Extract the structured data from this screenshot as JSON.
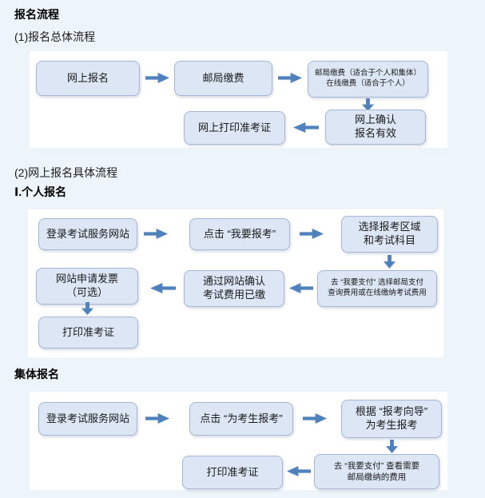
{
  "headings": {
    "title": "报名流程",
    "overall": "(1)报名总体流程",
    "detail": "(2)网上报名具体流程",
    "individual": "Ⅰ.个人报名",
    "group": "集体报名"
  },
  "colors": {
    "page_bg": "#edf5fa",
    "panel_bg": "#ffffff",
    "node_fill": "#dce6f4",
    "node_border": "#a6b6d6",
    "arrow_blue": "#4f81bd",
    "text": "#1a1a1a"
  },
  "flow_overall": {
    "online_register": "网上报名",
    "post_pay": "邮局缴费",
    "pay_methods_line1": "邮局缴费（适合于个人和集体）",
    "pay_methods_line2": "在线缴费（适合于个人）",
    "confirm_line1": "网上确认",
    "confirm_line2": "报名有效",
    "print_ticket": "网上打印准考证"
  },
  "flow_individual": {
    "login": "登录考试服务网站",
    "click_apply": "点击 “我要报考”",
    "select_line1": "选择报考区域",
    "select_line2": "和考试科目",
    "pay_line1": "去 “我要支付” 选择邮局支付",
    "pay_line2": "查询费用或在线缴纳考试费用",
    "confirm_line1": "通过网站确认",
    "confirm_line2": "考试费用已缴",
    "invoice_line1": "网站申请发票",
    "invoice_line2": "（可选）",
    "print_ticket": "打印准考证"
  },
  "flow_group": {
    "login": "登录考试服务网站",
    "click_apply": "点击 “为考生报考”",
    "wizard_line1": "根据 “报考向导”",
    "wizard_line2": "为考生报考",
    "pay_line1": "去 “我要支付” 查看需要",
    "pay_line2": "邮局缴纳的费用",
    "print_ticket": "打印准考证"
  }
}
